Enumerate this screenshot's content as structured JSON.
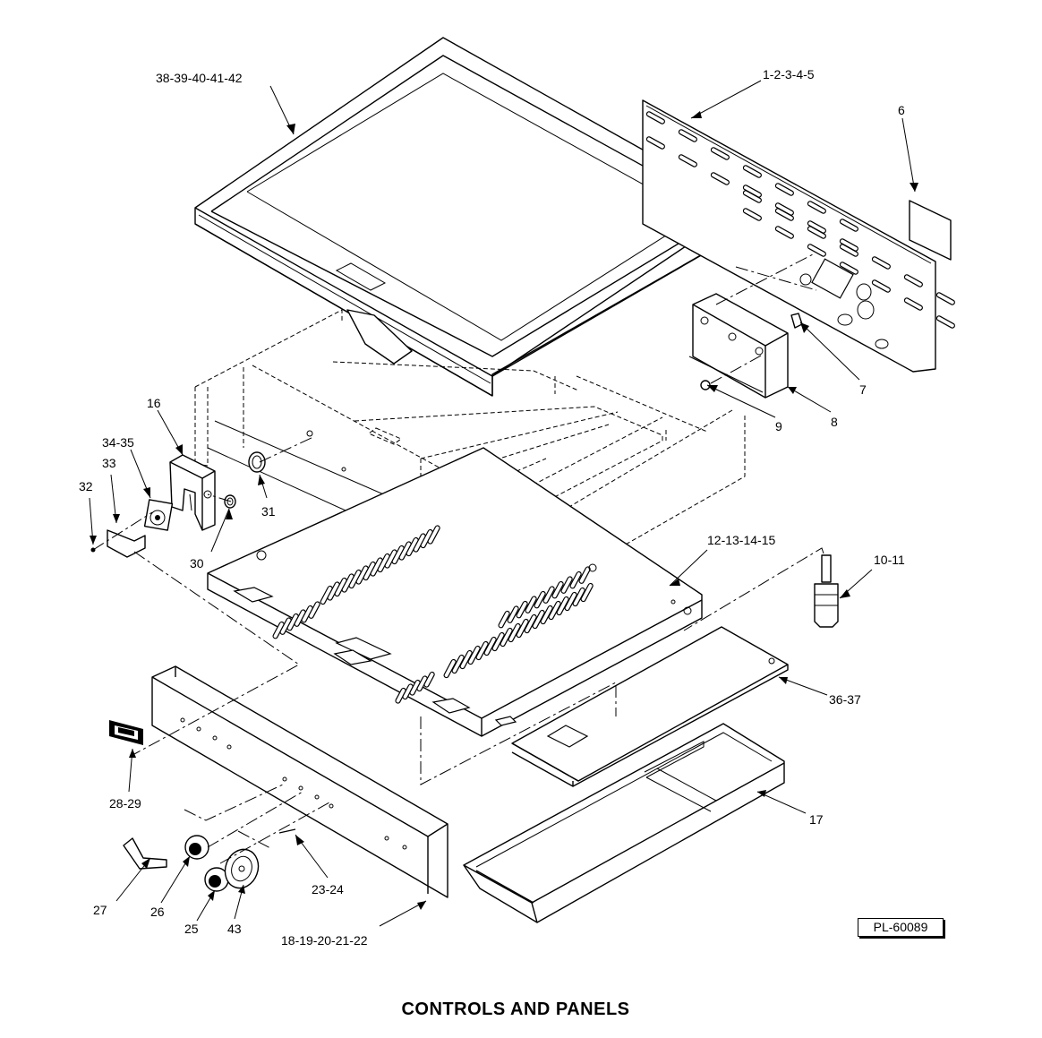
{
  "caption": "CONTROLS  AND PANELS",
  "drawing_number": "PL-60089",
  "callouts": [
    {
      "id": "c-38-42",
      "text": "38-39-40-41-42"
    },
    {
      "id": "c-1-5",
      "text": "1-2-3-4-5"
    },
    {
      "id": "c-6",
      "text": "6"
    },
    {
      "id": "c-7",
      "text": "7"
    },
    {
      "id": "c-8",
      "text": "8"
    },
    {
      "id": "c-9",
      "text": "9"
    },
    {
      "id": "c-16",
      "text": "16"
    },
    {
      "id": "c-34-35",
      "text": "34-35"
    },
    {
      "id": "c-33",
      "text": "33"
    },
    {
      "id": "c-32",
      "text": "32"
    },
    {
      "id": "c-31",
      "text": "31"
    },
    {
      "id": "c-30",
      "text": "30"
    },
    {
      "id": "c-12-15",
      "text": "12-13-14-15"
    },
    {
      "id": "c-10-11",
      "text": "10-11"
    },
    {
      "id": "c-36-37",
      "text": "36-37"
    },
    {
      "id": "c-28-29",
      "text": "28-29"
    },
    {
      "id": "c-17",
      "text": "17"
    },
    {
      "id": "c-27",
      "text": "27"
    },
    {
      "id": "c-26",
      "text": "26"
    },
    {
      "id": "c-25",
      "text": "25"
    },
    {
      "id": "c-43",
      "text": "43"
    },
    {
      "id": "c-23-24",
      "text": "23-24"
    },
    {
      "id": "c-18-22",
      "text": "18-19-20-21-22"
    }
  ]
}
